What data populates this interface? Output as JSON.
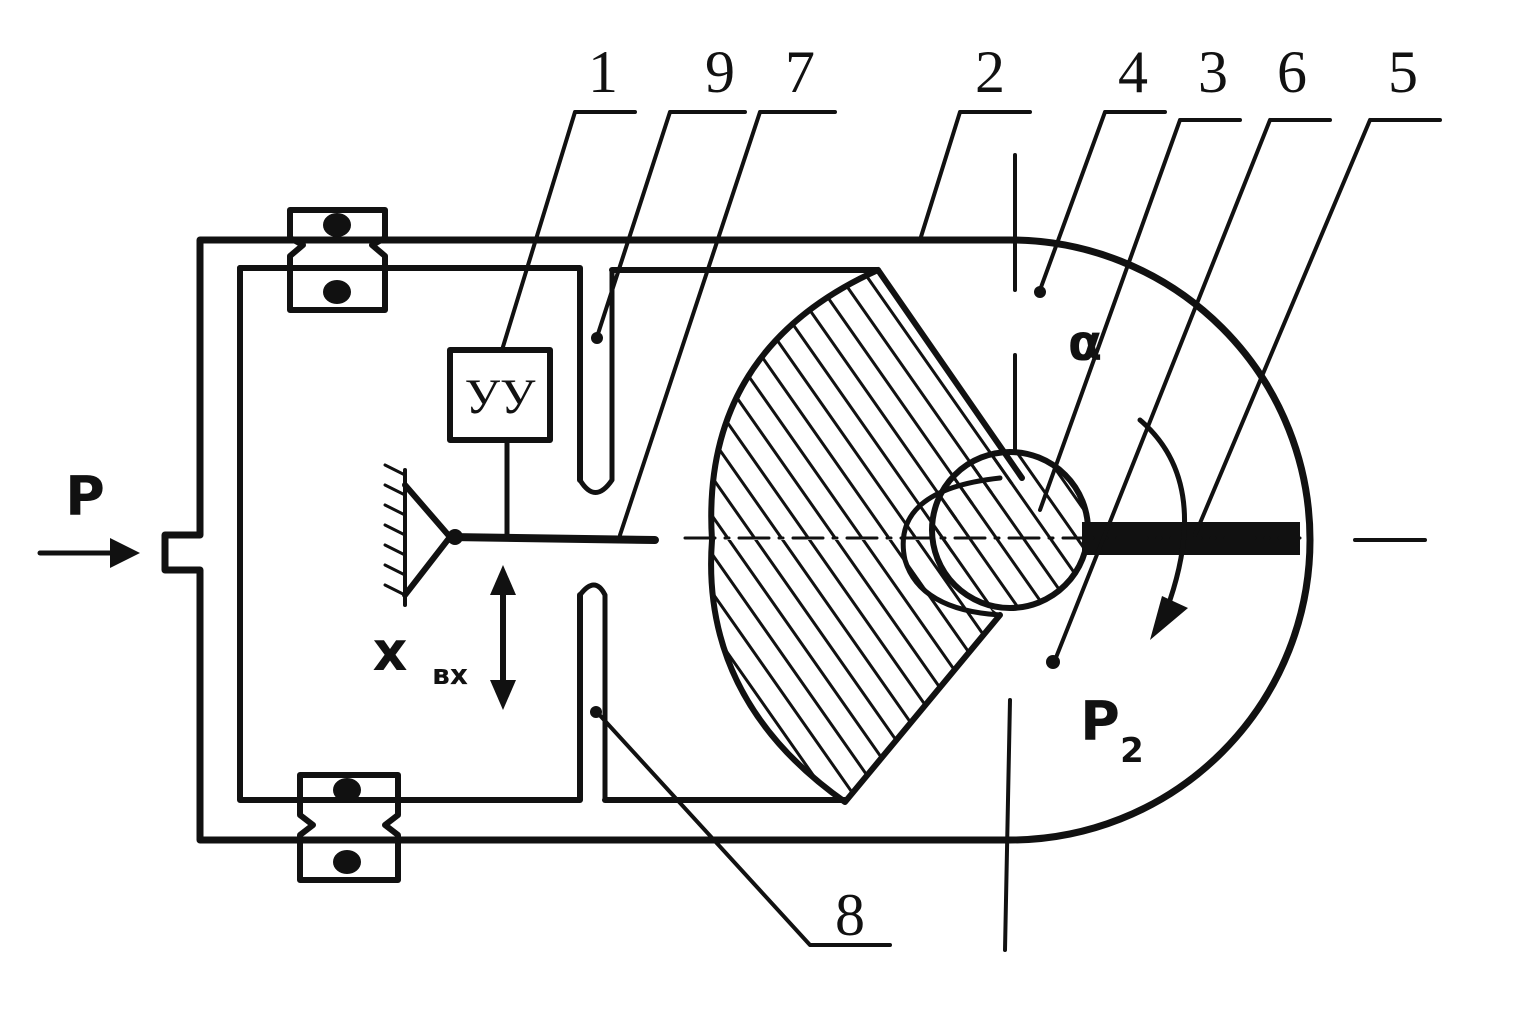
{
  "labels": {
    "n1": "1",
    "n9": "9",
    "n7": "7",
    "n2": "2",
    "n4": "4",
    "n3": "3",
    "n6": "6",
    "n5": "5",
    "n8": "8"
  },
  "control_box": "УУ",
  "pressure_in": "P",
  "pressure_out": "P",
  "pressure_out_sub": "2",
  "angle": "α",
  "input_x": "x",
  "input_x_sub": "вх"
}
